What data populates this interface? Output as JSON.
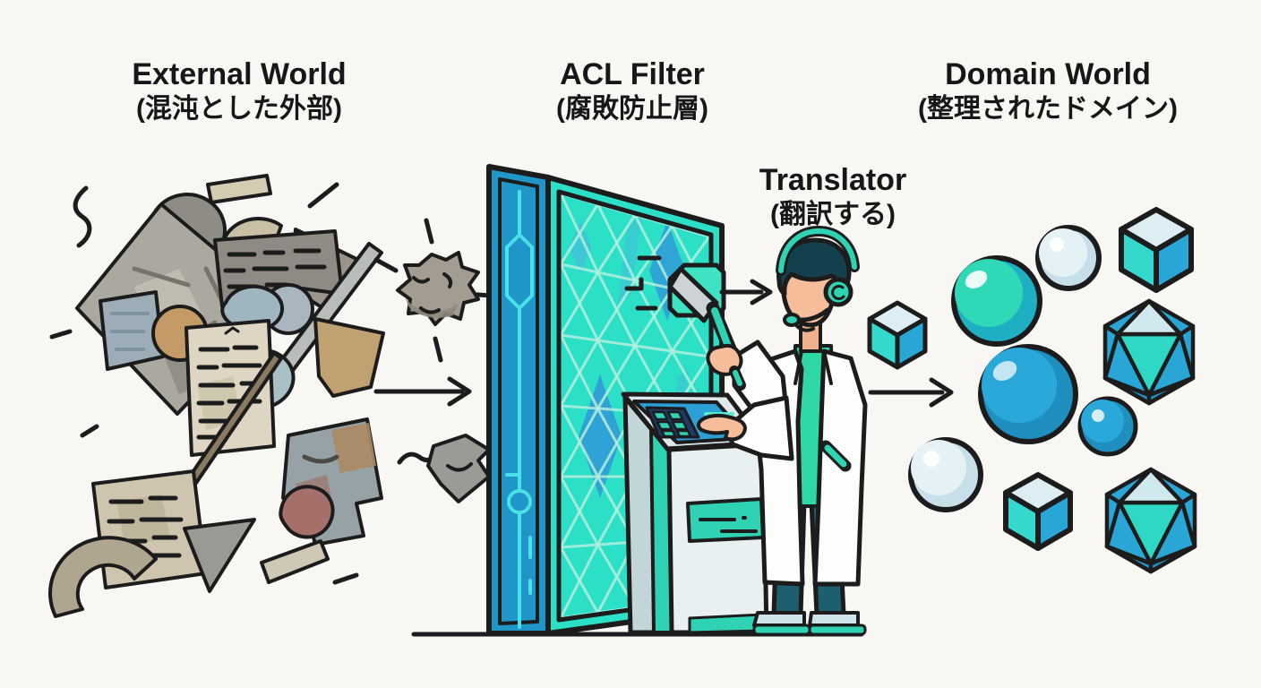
{
  "diagram": {
    "external": {
      "title_en": "External World",
      "title_ja": "(混沌とした外部)"
    },
    "acl": {
      "title_en": "ACL Filter",
      "title_ja": "(腐敗防止層)"
    },
    "domain": {
      "title_en": "Domain World",
      "title_ja": "(整理されたドメイン)"
    },
    "translator": {
      "label_en": "Translator",
      "label_ja": "(翻訳する)"
    }
  },
  "colors": {
    "background": "#f8f7f4",
    "outline": "#1c1c1c",
    "wall_panel_teal": "#2ce0c8",
    "wall_column_blue": "#1f95c8",
    "circuit_cyan": "#4ae0e8",
    "mesh_light": "#b2f0de",
    "diamond_blue": "#2f9fd6",
    "accent_teal": "#2fd3b4",
    "screen_blue": "#2b9fd6",
    "sphere_teal": "#2fd8b6",
    "sphere_blue": "#2aa8da",
    "sphere_pale": "#e4f2f6",
    "skin": "#f5bd9a",
    "hair": "#14404e",
    "coat_white": "#fdfdfc",
    "pants_teal": "#1d5f6e",
    "chaos_gray": "#a9a69e",
    "chaos_tan": "#cfc5ae",
    "chaos_brown": "#c49a66",
    "chaos_rust": "#a5706a"
  },
  "scene": {
    "zones": [
      "external-world-chaos",
      "acl-filter-wall",
      "translator-figure",
      "domain-world-shapes"
    ],
    "arrow_count": 3
  }
}
